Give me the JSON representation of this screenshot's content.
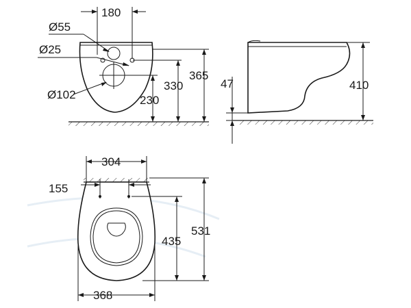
{
  "front_view": {
    "width_between_holes": "180",
    "diameter_outlet_55": "Ø55",
    "diameter_inlet_25": "Ø25",
    "diameter_drain_102": "Ø102",
    "height_drain_230": "230",
    "height_inlet_330": "330",
    "height_top_365": "365"
  },
  "side_view": {
    "height_bottom_47": "47",
    "height_total_410": "410"
  },
  "top_view": {
    "rear_width_304": "304",
    "fixing_distance_155": "155",
    "length_to_center_435": "435",
    "total_length_531": "531",
    "total_width_368": "368"
  }
}
